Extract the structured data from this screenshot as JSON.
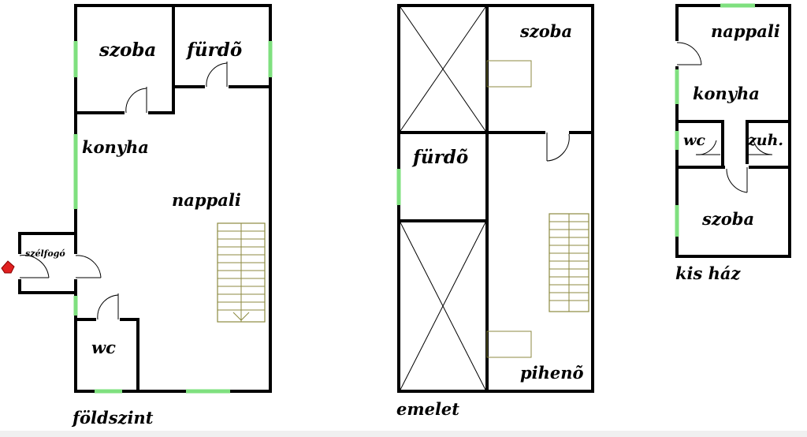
{
  "colors": {
    "wall": "#000000",
    "window": "#7fe07f",
    "stairs": "#8c8a40",
    "entrance_arrow": "#e02020",
    "background": "#ffffff"
  },
  "icons": {
    "entrance": "entrance-arrow-icon"
  },
  "floors": {
    "ground": {
      "label": "földszint",
      "rooms": {
        "szoba": "szoba",
        "furdo": "fürdõ",
        "konyha": "konyha",
        "nappali": "nappali",
        "szelfogo": "szélfogó",
        "wc": "wc"
      }
    },
    "upper": {
      "label": "emelet",
      "rooms": {
        "szoba": "szoba",
        "furdo": "fürdõ",
        "piheno": "pihenõ"
      }
    },
    "small_house": {
      "label": "kis ház",
      "rooms": {
        "nappali": "nappali",
        "konyha": "konyha",
        "wc": "wc",
        "zuh": "zuh.",
        "szoba": "szoba"
      }
    }
  }
}
